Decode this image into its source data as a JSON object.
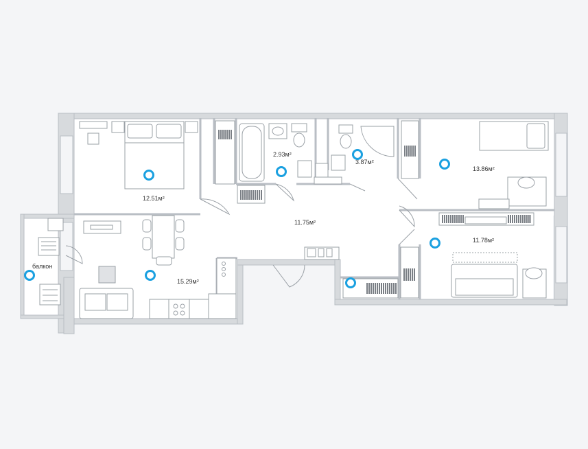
{
  "rooms": [
    {
      "id": "bedroom-1",
      "area": "12.51м²"
    },
    {
      "id": "bathroom",
      "area": "2.93м²"
    },
    {
      "id": "toilet",
      "area": "3.87м²"
    },
    {
      "id": "hall",
      "area": "11.75м²"
    },
    {
      "id": "bedroom-2",
      "area": "13.86м²"
    },
    {
      "id": "bedroom-3",
      "area": "11.78м²"
    },
    {
      "id": "kitchen-living",
      "area": "15.29м²"
    },
    {
      "id": "balcony",
      "area": "балкон"
    }
  ],
  "colors": {
    "wall": "#b9bec4",
    "wall_fill": "#e4e6e9",
    "marker": "#1aa0e0",
    "floor": "#ffffff",
    "furniture_stroke": "#9aa0a6"
  }
}
